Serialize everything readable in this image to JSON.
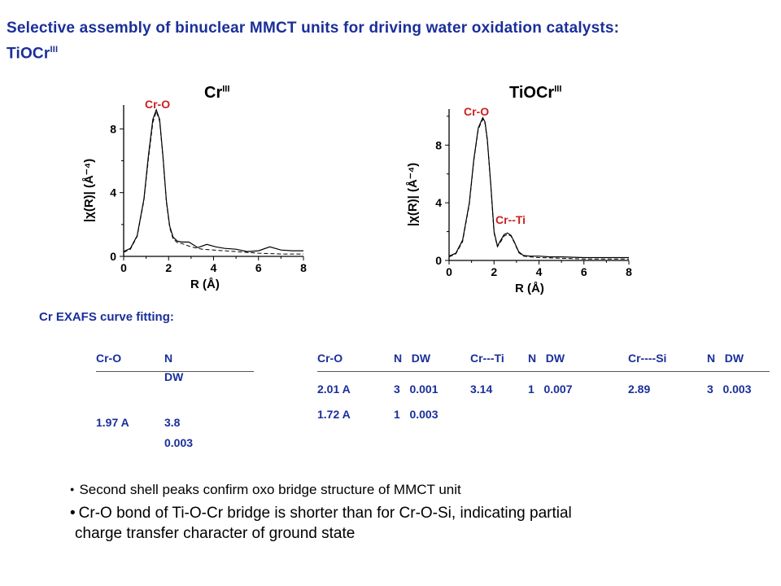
{
  "title": {
    "line1": "Selective assembly of binuclear MMCT units for driving water oxidation catalysts:",
    "line2": "TiOCr",
    "line2_sup": "III"
  },
  "chart_data": [
    {
      "type": "line",
      "title": "Cr",
      "title_sup": "III",
      "xlabel": "R (Å)",
      "ylabel": "|χ(R)| (Å⁻⁴)",
      "xlim": [
        0,
        8
      ],
      "ylim": [
        0,
        9.5
      ],
      "xticks": [
        "0",
        "2",
        "4",
        "6",
        "8"
      ],
      "yticks": [
        "0",
        "4",
        "8"
      ],
      "annotations": [
        {
          "text": "Cr-O"
        }
      ],
      "series": [
        {
          "style": "solid",
          "x": [
            0.0,
            0.3,
            0.6,
            0.9,
            1.1,
            1.3,
            1.45,
            1.6,
            1.75,
            1.9,
            2.05,
            2.2,
            2.4,
            2.6,
            2.9,
            3.3,
            3.7,
            4.1,
            4.5,
            5.0,
            5.5,
            6.0,
            6.5,
            7.0,
            7.5,
            8.0
          ],
          "y": [
            0.3,
            0.5,
            1.3,
            3.6,
            6.3,
            8.6,
            9.2,
            8.6,
            6.3,
            3.5,
            1.9,
            1.2,
            0.95,
            0.9,
            0.9,
            0.55,
            0.75,
            0.6,
            0.5,
            0.45,
            0.3,
            0.35,
            0.6,
            0.4,
            0.35,
            0.35
          ]
        },
        {
          "style": "dashed",
          "x": [
            0.0,
            0.3,
            0.6,
            0.9,
            1.1,
            1.3,
            1.45,
            1.6,
            1.75,
            1.9,
            2.05,
            2.2,
            2.4,
            2.6,
            3.0,
            3.5,
            4.0,
            5.0,
            6.0,
            7.0,
            8.0
          ],
          "y": [
            0.25,
            0.45,
            1.25,
            3.5,
            6.1,
            8.4,
            9.1,
            8.5,
            6.2,
            3.4,
            1.8,
            1.1,
            0.85,
            0.8,
            0.6,
            0.45,
            0.4,
            0.3,
            0.2,
            0.15,
            0.15
          ]
        }
      ]
    },
    {
      "type": "line",
      "title": "TiOCr",
      "title_sup": "III",
      "xlabel": "R (Å)",
      "ylabel": "|χ(R)| (Å⁻⁴)",
      "xlim": [
        0,
        8
      ],
      "ylim": [
        0,
        10.5
      ],
      "xticks": [
        "0",
        "2",
        "4",
        "6",
        "8"
      ],
      "yticks": [
        "0",
        "4",
        "8"
      ],
      "annotations": [
        {
          "text": "Cr-O"
        },
        {
          "text": "Cr--Ti"
        }
      ],
      "series": [
        {
          "style": "solid",
          "x": [
            0.0,
            0.3,
            0.6,
            0.9,
            1.1,
            1.3,
            1.5,
            1.6,
            1.7,
            1.85,
            2.0,
            2.15,
            2.3,
            2.45,
            2.6,
            2.75,
            2.9,
            3.1,
            3.3,
            3.6,
            4.0,
            4.5,
            5.0,
            6.0,
            7.0,
            8.0
          ],
          "y": [
            0.3,
            0.5,
            1.4,
            4.0,
            7.0,
            9.2,
            9.9,
            9.6,
            8.4,
            5.4,
            2.0,
            1.0,
            1.4,
            1.8,
            1.9,
            1.75,
            1.3,
            0.6,
            0.35,
            0.3,
            0.3,
            0.25,
            0.25,
            0.2,
            0.2,
            0.2
          ]
        },
        {
          "style": "dashed",
          "x": [
            0.0,
            0.3,
            0.6,
            0.9,
            1.1,
            1.3,
            1.5,
            1.6,
            1.7,
            1.85,
            2.0,
            2.15,
            2.3,
            2.45,
            2.6,
            2.75,
            2.9,
            3.1,
            3.3,
            3.6,
            4.0,
            5.0,
            6.0,
            7.0,
            8.0
          ],
          "y": [
            0.25,
            0.45,
            1.3,
            3.9,
            6.9,
            9.1,
            9.8,
            9.5,
            8.3,
            5.3,
            1.9,
            0.95,
            1.3,
            1.7,
            1.8,
            1.7,
            1.25,
            0.55,
            0.3,
            0.25,
            0.2,
            0.15,
            0.1,
            0.1,
            0.1
          ]
        }
      ]
    }
  ],
  "fitting_heading": "Cr EXAFS curve fitting:",
  "table_cr": {
    "headers": [
      "Cr-O",
      "N",
      "DW"
    ],
    "row": [
      "1.97 A",
      "3.8",
      "0.003"
    ]
  },
  "table_tiocr": {
    "headers": [
      "Cr-O",
      "N   DW",
      "Cr---Ti",
      "N   DW",
      "Cr----Si",
      "N   DW"
    ],
    "rows": [
      [
        "2.01 A",
        "3   0.001",
        "3.14",
        "1   0.007",
        "2.89",
        "3   0.003"
      ],
      [
        "1.72 A",
        "1   0.003",
        "",
        "",
        "",
        ""
      ]
    ]
  },
  "bullets": [
    "Second shell peaks confirm oxo bridge structure of MMCT unit",
    "Cr-O bond of Ti-O-Cr bridge is shorter than for Cr-O-Si, indicating partial",
    "charge transfer character of ground state"
  ]
}
